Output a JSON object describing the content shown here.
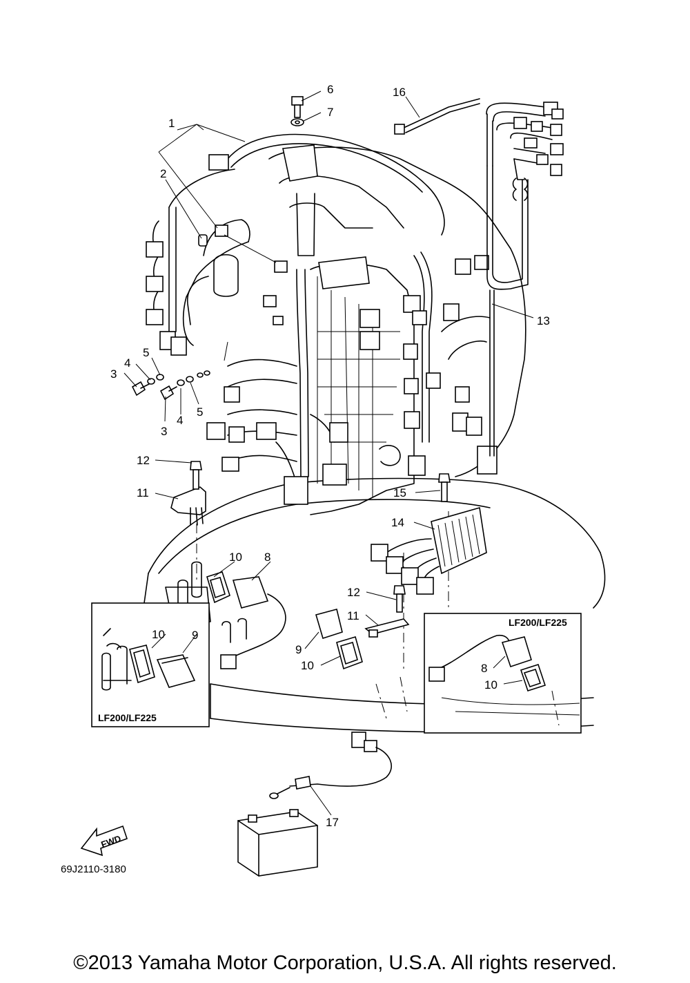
{
  "diagram": {
    "callouts": [
      {
        "id": "c1",
        "text": "1"
      },
      {
        "id": "c2",
        "text": "2"
      },
      {
        "id": "c3a",
        "text": "3"
      },
      {
        "id": "c3b",
        "text": "3"
      },
      {
        "id": "c4a",
        "text": "4"
      },
      {
        "id": "c4b",
        "text": "4"
      },
      {
        "id": "c5a",
        "text": "5"
      },
      {
        "id": "c5b",
        "text": "5"
      },
      {
        "id": "c6",
        "text": "6"
      },
      {
        "id": "c7",
        "text": "7"
      },
      {
        "id": "c8a",
        "text": "8"
      },
      {
        "id": "c8b",
        "text": "8"
      },
      {
        "id": "c9a",
        "text": "9"
      },
      {
        "id": "c9b",
        "text": "9"
      },
      {
        "id": "c10a",
        "text": "10"
      },
      {
        "id": "c10b",
        "text": "10"
      },
      {
        "id": "c10c",
        "text": "10"
      },
      {
        "id": "c10d",
        "text": "10"
      },
      {
        "id": "c11a",
        "text": "11"
      },
      {
        "id": "c11b",
        "text": "11"
      },
      {
        "id": "c12a",
        "text": "12"
      },
      {
        "id": "c12b",
        "text": "12"
      },
      {
        "id": "c13",
        "text": "13"
      },
      {
        "id": "c14",
        "text": "14"
      },
      {
        "id": "c15",
        "text": "15"
      },
      {
        "id": "c16",
        "text": "16"
      },
      {
        "id": "c17",
        "text": "17"
      }
    ],
    "inset_left_label": "LF200/LF225",
    "inset_right_label": "LF200/LF225",
    "fwd_label": "FWD",
    "diagram_code": "69J2110-3180"
  },
  "footer": {
    "copyright": "©2013 Yamaha Motor Corporation, U.S.A. All rights reserved."
  }
}
